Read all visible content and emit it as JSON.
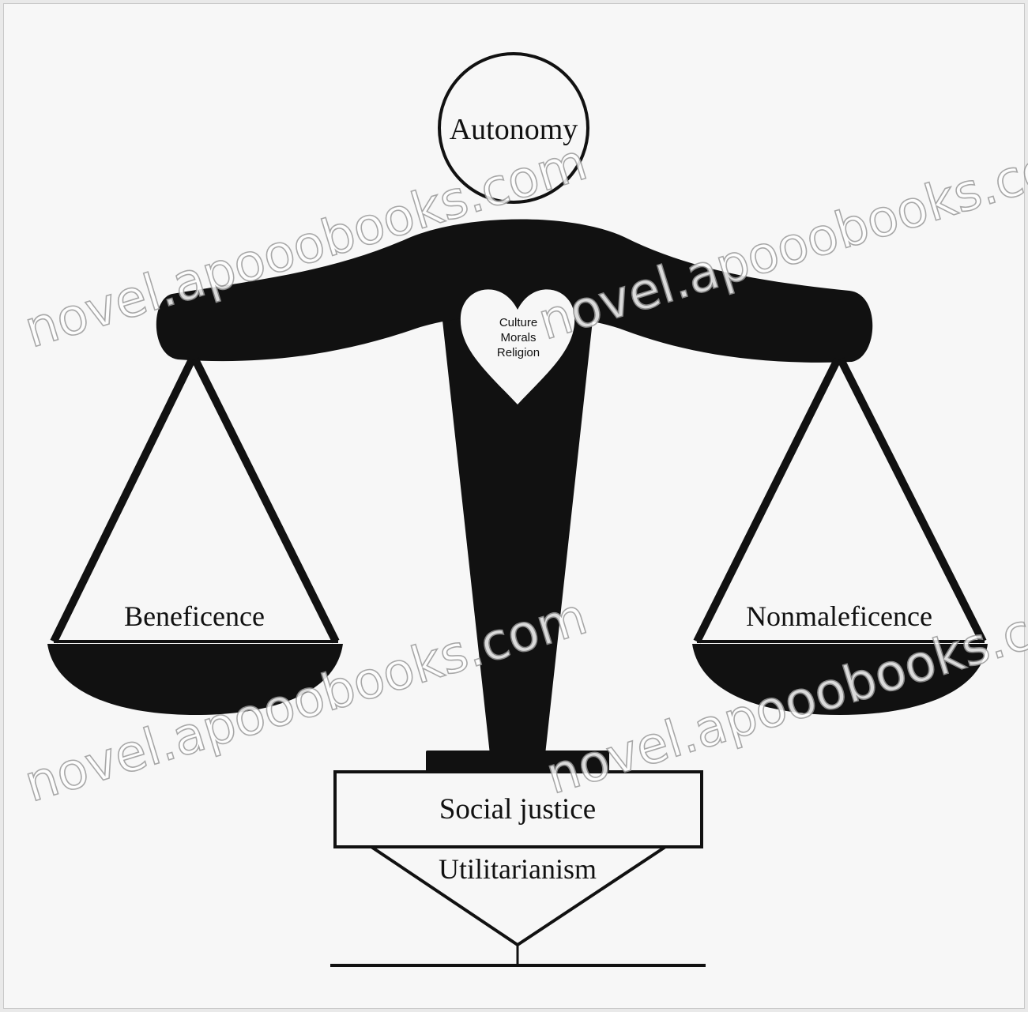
{
  "diagram": {
    "head_label": "Autonomy",
    "heart_lines": [
      "Culture",
      "Morals",
      "Religion"
    ],
    "left_pan_label": "Beneficence",
    "right_pan_label": "Nonmaleficence",
    "base_label": "Social justice",
    "stand_label": "Utilitarianism"
  },
  "watermark": {
    "text": "novel.apooobooks.com"
  },
  "colors": {
    "ink": "#111111",
    "background": "#f7f7f7",
    "watermark_outline": "#9a9a9a"
  }
}
